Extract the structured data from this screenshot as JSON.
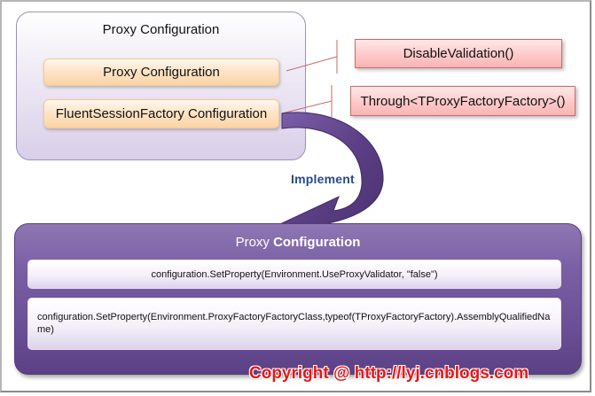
{
  "top_group": {
    "title": "Proxy Configuration",
    "items": [
      {
        "label": "Proxy Configuration"
      },
      {
        "label": "FluentSessionFactory Configuration"
      }
    ]
  },
  "callouts": [
    {
      "label": "DisableValidation()"
    },
    {
      "label": "Through<TProxyFactoryFactory>()"
    }
  ],
  "arrow_label": "Implement",
  "bottom_group": {
    "title_prefix": "Proxy ",
    "title_bold": "Configuration",
    "rows": [
      {
        "text": "configuration.SetProperty(Environment.UseProxyValidator, \"false\")"
      },
      {
        "text": "configuration.SetProperty(Environment.ProxyFactoryFactoryClass,typeof(TProxyFactoryFactory).AssemblyQualifiedName)"
      }
    ]
  },
  "watermark": "Copyright @ http://lyj.cnblogs.com",
  "colors": {
    "top_group_fill": "#e3dbef",
    "item_fill": "#fbd3a6",
    "callout_fill": "#ffc9c9",
    "callout_border": "#c86b6b",
    "arrow_fill": "#5c3f86",
    "bottom_group_fill": "#6a4e96",
    "watermark": "#e81717",
    "arrow_label": "#2a4a8a"
  }
}
